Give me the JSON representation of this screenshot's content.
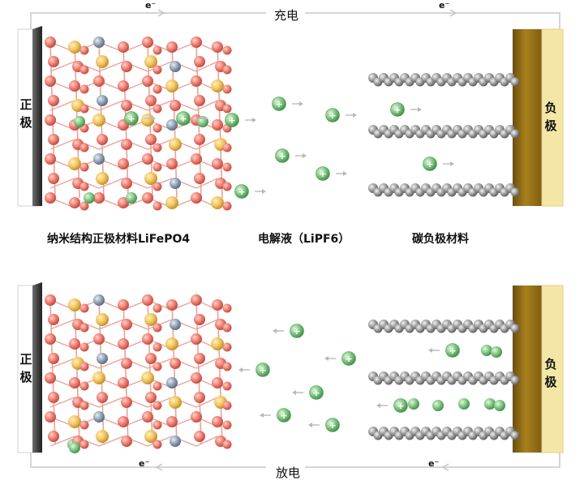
{
  "top": {
    "process": "充电",
    "electron_left": "e⁻",
    "electron_right": "e⁻",
    "cathode_chars": [
      "正",
      "极"
    ],
    "anode_chars": [
      "负",
      "极"
    ]
  },
  "bottom": {
    "process": "放电",
    "electron_left": "e⁻",
    "electron_right": "e⁻",
    "cathode_chars": [
      "正",
      "极"
    ],
    "anode_chars": [
      "负",
      "极"
    ]
  },
  "captions": {
    "cathode_material": "纳米结构正极材料LiFePO4",
    "electrolyte": "电解液（LiPF6）",
    "anode_material": "碳负极材料"
  },
  "ion_symbol": "+",
  "colors": {
    "cathode_plate": "#3d3d3d",
    "anode_plate": "#a8801c",
    "anode_plate_light": "#f4e7a6",
    "oxygen_atom": "#ef7b6e",
    "iron_atom": "#f2c35c",
    "phosphorus_atom": "#8fa0b3",
    "lithium_ion": "#7cc47f",
    "carbon_atom": "#9a9a9a",
    "circuit_wire": "#d5d5d5",
    "arrow": "#b8b8b8"
  }
}
